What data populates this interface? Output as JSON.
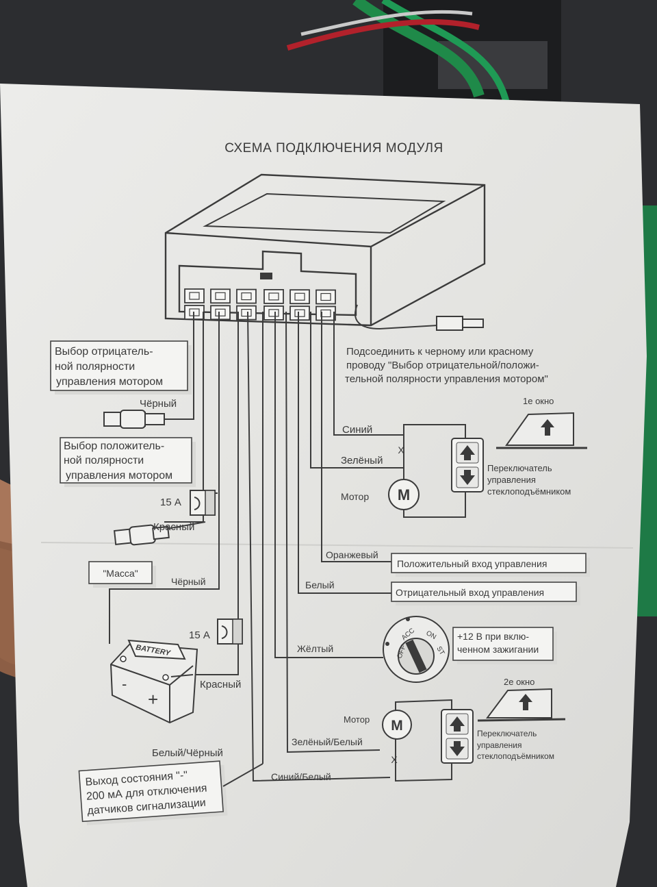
{
  "title": "СХЕМА ПОДКЛЮЧЕНИЯ МОДУЛЯ",
  "notes": {
    "connect": [
      "Подсоединить к черному или красному",
      "проводу \"Выбор отрицательной/положи-",
      "тельной полярности управления мотором\""
    ],
    "neg_polarity": [
      "Выбор отрицатель-",
      "ной полярности",
      "управления мотором"
    ],
    "pos_polarity": [
      "Выбор положитель-",
      "ной полярности",
      "управления мотором"
    ],
    "mass": "\"Масса\"",
    "pos_input": "Положительный вход управления",
    "neg_input": "Отрицательный вход управления",
    "ignition": [
      "+12 В при вклю-",
      "ченном зажигании"
    ],
    "status_out": [
      "Выход состояния \"-\"",
      "200 мА для отключения",
      "датчиков сигнализации"
    ]
  },
  "wires": {
    "black_top": "Чёрный",
    "red_top": "Красный",
    "black_bottom": "Чёрный",
    "red_bottom": "Красный",
    "blue": "Синий",
    "green": "Зелёный",
    "orange": "Оранжевый",
    "white": "Белый",
    "yellow": "Жёлтый",
    "white_black": "Белый/Чёрный",
    "green_white": "Зелёный/Белый",
    "blue_white": "Синий/Белый"
  },
  "fuses": {
    "top": "15 А",
    "bottom": "15 А"
  },
  "window1": {
    "label": "1е окно",
    "motor": "Мотор",
    "motor_symbol": "M",
    "x_mark_top": "X",
    "switch_caption": [
      "Переключатель",
      "управления",
      "стеклоподъёмником"
    ]
  },
  "window2": {
    "label": "2е окно",
    "motor": "Мотор",
    "motor_symbol": "M",
    "x_mark_bottom": "X",
    "switch_caption": [
      "Переключатель",
      "управления",
      "стеклоподъёмником"
    ]
  },
  "ignition_switch": {
    "off": "OFF",
    "acc": "ACC",
    "on": "ON",
    "st": "ST"
  },
  "battery": {
    "label": "BATTERY",
    "minus": "-",
    "plus": "+"
  },
  "icons": [
    "arrow-up-icon",
    "arrow-down-icon",
    "motor-icon",
    "battery-icon",
    "fuse-icon",
    "ignition-switch-icon",
    "connector-plug-icon",
    "window-glass-icon",
    "antenna-connector-icon"
  ]
}
